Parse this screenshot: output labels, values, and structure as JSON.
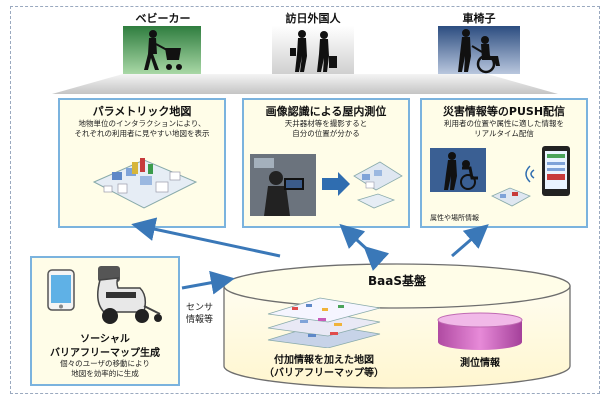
{
  "top": {
    "stroller_label": "ベビーカー",
    "tourist_label": "訪日外国人",
    "wheelchair_label": "車椅子"
  },
  "cards": {
    "map": {
      "title": "パラメトリック地図",
      "line1": "地物単位のインタラクションにより、",
      "line2": "それぞれの利用者に見やすい地図を表示"
    },
    "positioning": {
      "title": "画像認識による屋内測位",
      "line1": "天井器材等を撮影すると",
      "line2": "自分の位置が分かる"
    },
    "push": {
      "title": "災害情報等のPUSH配信",
      "line1": "利用者の位置や属性に適した情報を",
      "line2": "リアルタイム配信",
      "attr_label": "属性や場所情報"
    }
  },
  "social": {
    "title1": "ソーシャル",
    "title2": "バリアフリーマップ生成",
    "line1": "個々のユーザの移動により",
    "line2": "地図を効率的に生成"
  },
  "sensor": {
    "line1": "センサ",
    "line2": "情報等"
  },
  "baas": {
    "title": "BaaS基盤",
    "map_line1": "付加情報を加えた地図",
    "map_line2": "（バリアフリーマップ等）",
    "positioning_label": "測位情報"
  },
  "colors": {
    "card_border": "#7bb3de",
    "arrow": "#3a78b8",
    "cylinder": "#fffde8"
  }
}
